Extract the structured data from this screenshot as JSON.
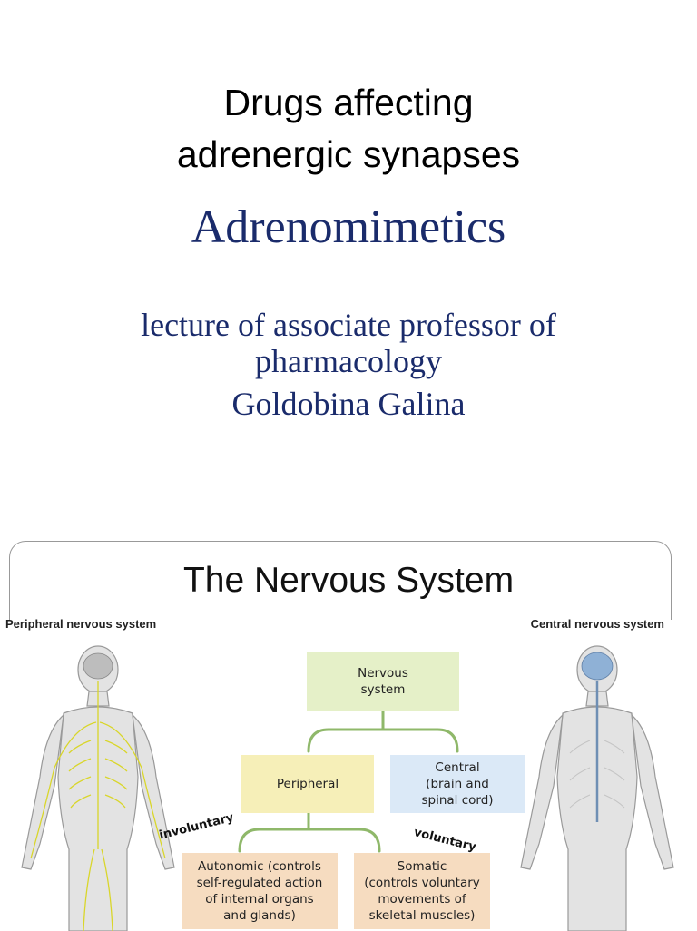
{
  "slide1": {
    "title_line1": "Drugs affecting",
    "title_line2": "adrenergic synapses",
    "subtitle": "Adrenomimetics",
    "lecture_line1": "lecture of associate professor of",
    "lecture_line2": "pharmacology",
    "author": "Goldobina Galina"
  },
  "slide2": {
    "title": "The Nervous System",
    "left_label": "Peripheral nervous system",
    "right_label": "Central nervous system",
    "diagram": {
      "root_line1": "Nervous",
      "root_line2": "system",
      "peripheral": "Peripheral",
      "central_line1": "Central",
      "central_line2": "(brain and",
      "central_line3": "spinal cord)",
      "autonomic_line1": "Autonomic (controls",
      "autonomic_line2": "self-regulated action",
      "autonomic_line3": "of internal organs",
      "autonomic_line4": "and glands)",
      "somatic_line1": "Somatic",
      "somatic_line2": "(controls voluntary",
      "somatic_line3": "movements of",
      "somatic_line4": "skeletal muscles)",
      "involuntary": "involuntary",
      "voluntary": "voluntary"
    },
    "colors": {
      "root_box": "#e5f0c8",
      "peripheral_box": "#f6efb8",
      "central_box": "#dbe9f7",
      "branch_box": "#f6dcc0",
      "connector": "#8fb86a",
      "peripheral_nerves": "#d9d62a",
      "central_nerves": "#6f8fb4"
    }
  }
}
